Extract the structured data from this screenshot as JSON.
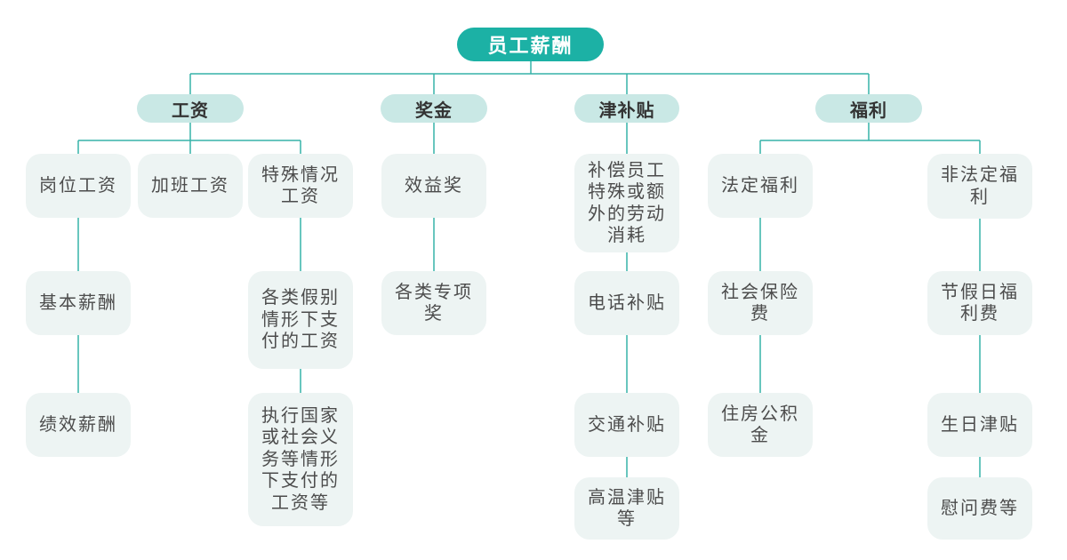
{
  "theme": {
    "root_bg": "#1CB1A5",
    "root_text": "#FFFFFF",
    "branch_bg": "#C9E8E5",
    "branch_text": "#333333",
    "leaf_bg": "#EDF4F3",
    "leaf_text": "#4C4C4C",
    "line": "#36B2A8",
    "bg": "#FFFFFF"
  },
  "tree": {
    "root": "员工薪酬",
    "branches": [
      {
        "label": "工资",
        "children": [
          {
            "label": "岗位工资",
            "chain": [
              "基本薪酬",
              "绩效薪酬"
            ]
          },
          {
            "label": "加班工资",
            "chain": []
          },
          {
            "label": "特殊情况\n工资",
            "chain": [
              "各类假别\n情形下支\n付的工资",
              "执行国家\n或社会义\n务等情形\n下支付的\n工资等"
            ]
          }
        ]
      },
      {
        "label": "奖金",
        "children": [
          {
            "label": "效益奖",
            "chain": [
              "各类专项\n奖"
            ]
          }
        ]
      },
      {
        "label": "津补贴",
        "children": [
          {
            "label": "补偿员工\n特殊或额\n外的劳动\n消耗",
            "chain": [
              "电话补贴",
              "交通补贴",
              "高温津贴\n等"
            ]
          }
        ]
      },
      {
        "label": "福利",
        "children": [
          {
            "label": "法定福利",
            "chain": [
              "社会保险\n费",
              "住房公积\n金"
            ]
          },
          {
            "label": "非法定福\n利",
            "chain": [
              "节假日福\n利费",
              "生日津贴",
              "慰问费等"
            ]
          }
        ]
      }
    ]
  }
}
